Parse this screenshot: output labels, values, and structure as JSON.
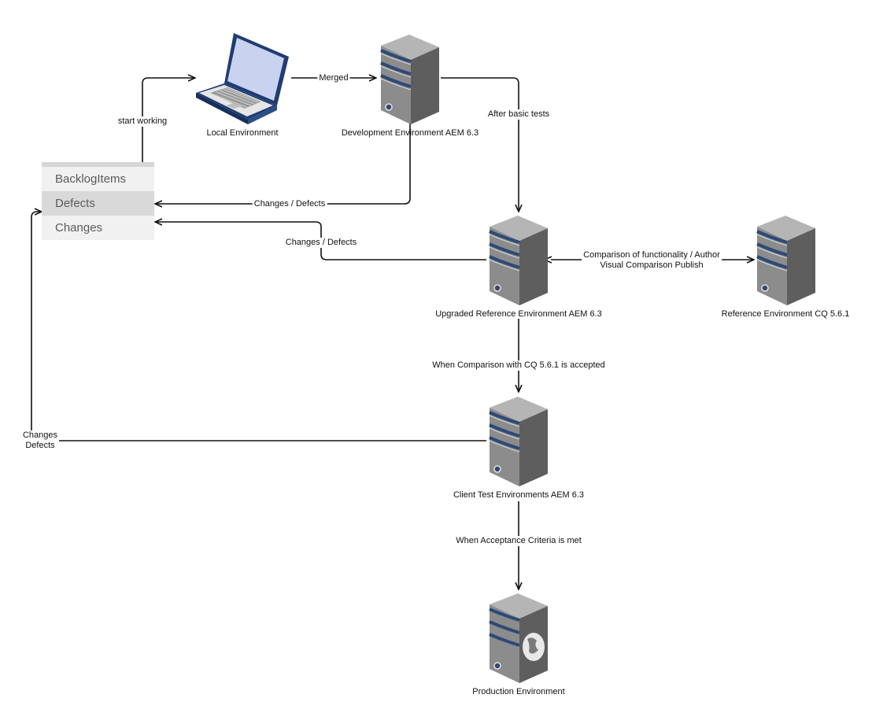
{
  "nodes": {
    "local": {
      "label": "Local Environment",
      "icon": "laptop-icon"
    },
    "development": {
      "label": "Development Environment AEM 6.3",
      "icon": "server-icon"
    },
    "upgraded_reference": {
      "label": "Upgraded Reference Environment AEM 6.3",
      "icon": "server-icon"
    },
    "reference": {
      "label": "Reference Environment CQ 5.6.1",
      "icon": "server-icon"
    },
    "client_test": {
      "label": "Client Test Environments AEM 6.3",
      "icon": "server-icon"
    },
    "production": {
      "label": "Production Environment",
      "icon": "globe-server-icon"
    }
  },
  "backlog": {
    "items": [
      "BacklogItems",
      "Defects",
      "Changes"
    ]
  },
  "edges": {
    "start_working": "start working",
    "merged": "Merged",
    "after_basic_tests": "After basic tests",
    "dev_changes_defects": "Changes / Defects",
    "ref_changes_defects": "Changes / Defects",
    "comparison_line1": "Comparison of functionality / Author",
    "comparison_line2": "Visual Comparison Publish",
    "when_comparison": "When Comparison with CQ 5.6.1 is accepted",
    "client_changes": "Changes",
    "client_defects": "Defects",
    "when_acceptance": "When Acceptance Criteria is met"
  },
  "colors": {
    "line": "#111111",
    "server_dark": "#3a3a3a",
    "server_light": "#8c8c8c",
    "server_stripe": "#2b4a78",
    "laptop_screen": "#c9d3ef",
    "laptop_frame": "#1f3d73"
  }
}
